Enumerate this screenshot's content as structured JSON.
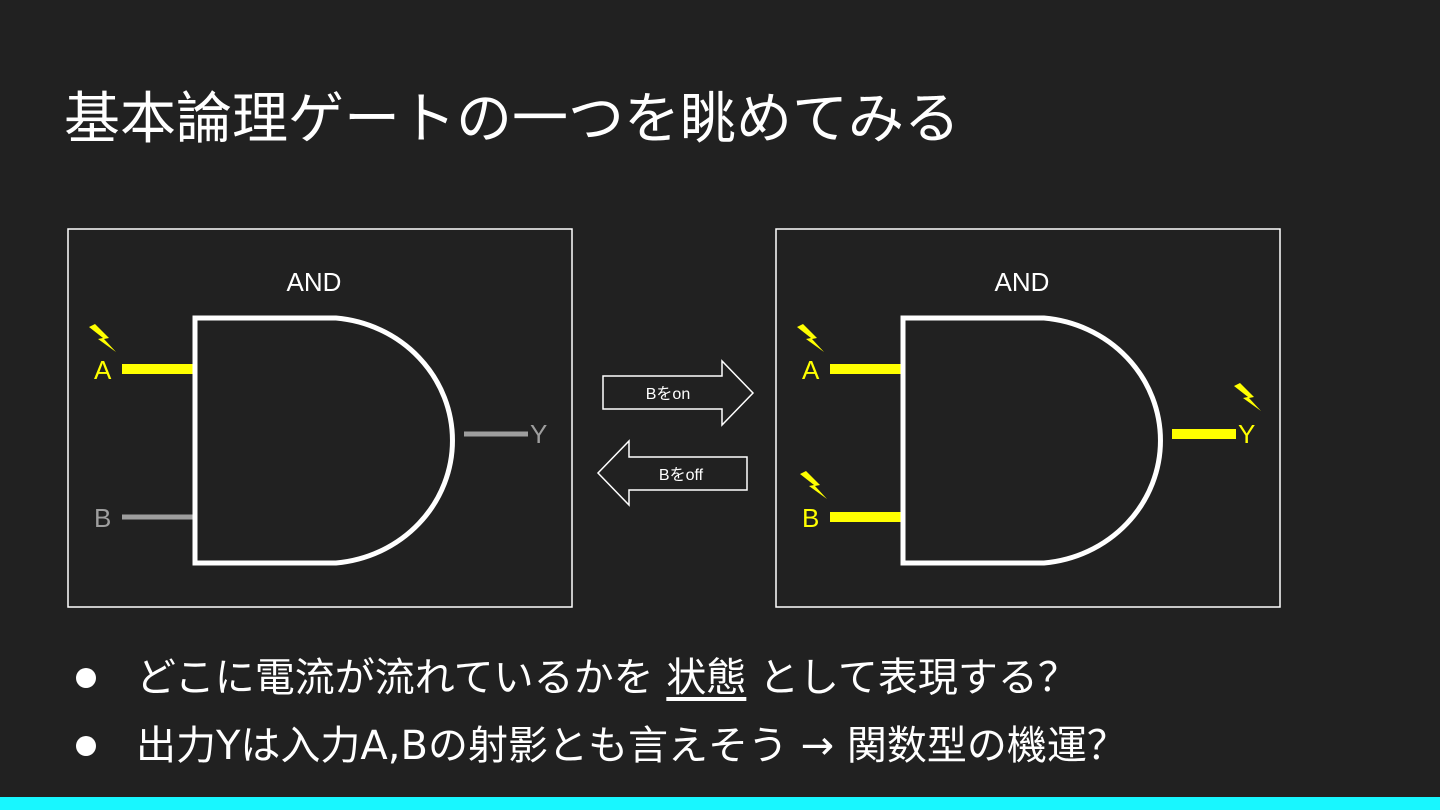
{
  "slide": {
    "title": "基本論理ゲートの一つを眺めてみる",
    "left_panel": {
      "gate_label": "AND",
      "input_a": "A",
      "input_b": "B",
      "output": "Y"
    },
    "right_panel": {
      "gate_label": "AND",
      "input_a": "A",
      "input_b": "B",
      "output": "Y"
    },
    "arrow_forward": "Bをon",
    "arrow_back": "Bをoff",
    "bullets": [
      {
        "before": "どこに電流が流れているかを ",
        "emph": "状態",
        "after": " として表現する？"
      },
      {
        "before": "出力Yは入力A,Bの射影とも言えそう → 関数型の機運？",
        "emph": "",
        "after": ""
      }
    ],
    "colors": {
      "background": "#212121",
      "active": "#ffff00",
      "inactive": "#9e9e9e",
      "accent_bar": "#18f7ff"
    },
    "icons": [
      "lightning-bolt-icon"
    ]
  }
}
